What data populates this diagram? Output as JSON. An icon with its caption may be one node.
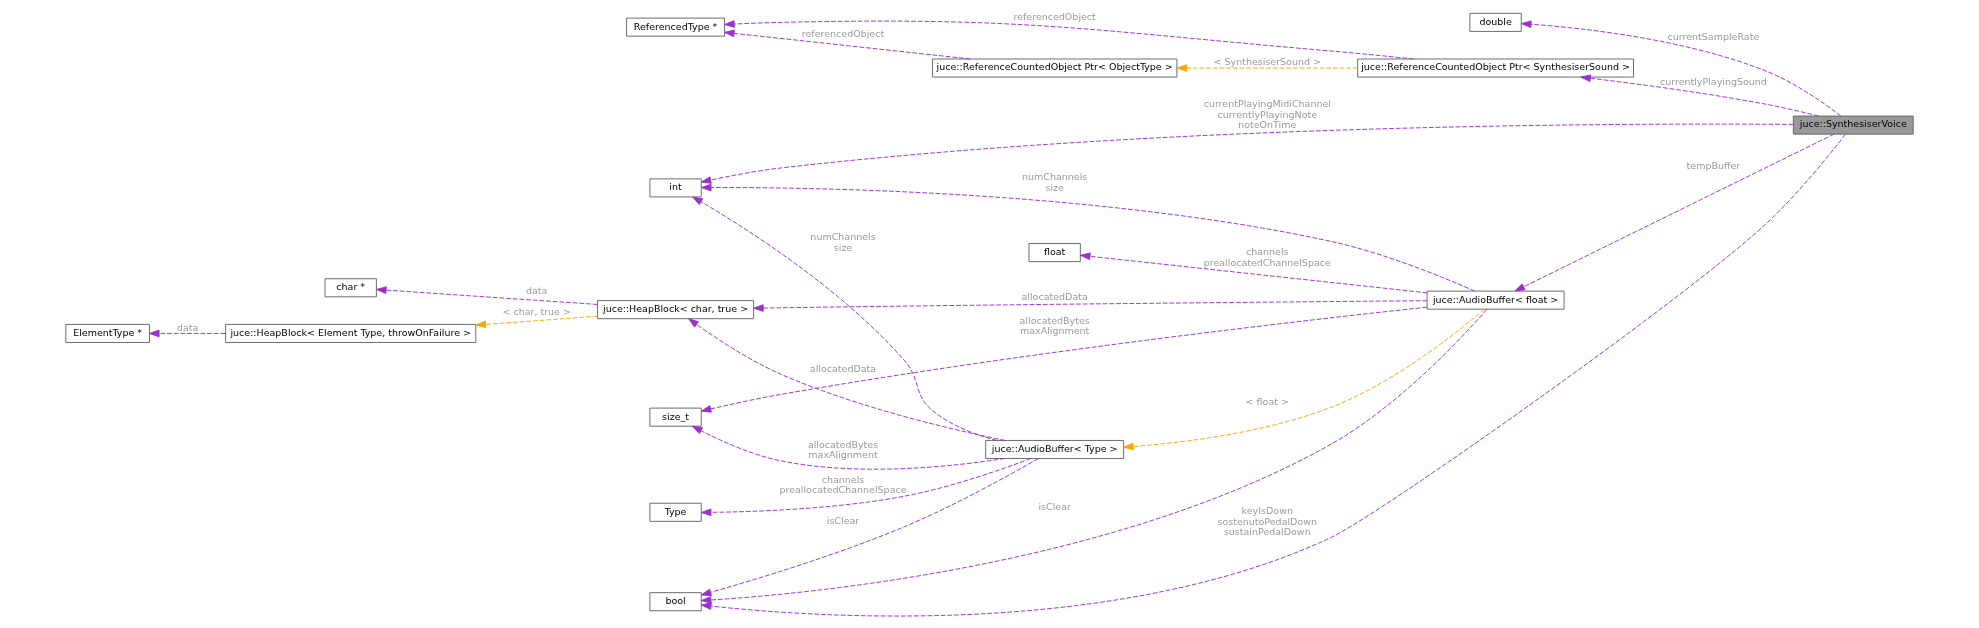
{
  "diagram": {
    "nodes": [
      {
        "text": [
          "juce::SynthesiserVoice"
        ]
      },
      {
        "text": [
          "double"
        ]
      },
      {
        "text": [
          "juce::ReferenceCountedObject Ptr< SynthesiserSound >"
        ]
      },
      {
        "text": [
          "juce::ReferenceCountedObject Ptr< ObjectType >"
        ]
      },
      {
        "text": [
          "ReferencedType *"
        ]
      },
      {
        "text": [
          "int"
        ]
      },
      {
        "text": [
          "juce::AudioBuffer< float >"
        ]
      },
      {
        "text": [
          "size_t"
        ]
      },
      {
        "text": [
          "float"
        ]
      },
      {
        "text": [
          "juce::AudioBuffer< Type >"
        ]
      },
      {
        "text": [
          "Type"
        ]
      },
      {
        "text": [
          "bool"
        ]
      },
      {
        "text": [
          "juce::HeapBlock< char, true >"
        ]
      },
      {
        "text": [
          "char *"
        ]
      },
      {
        "text": [
          "juce::HeapBlock< Element Type, throwOnFailure >"
        ]
      },
      {
        "text": [
          "ElementType *"
        ]
      }
    ],
    "edges": [
      {
        "from": 0,
        "to": 1,
        "arrow": "to",
        "label": "currentSampleRate",
        "style": "dashed"
      },
      {
        "from": 0,
        "to": 2,
        "arrow": "to",
        "label": "currentlyPlayingSound",
        "style": "dashed"
      },
      {
        "from": 0,
        "to": 5,
        "arrow": "to",
        "label": "currentPlayingMidiChannel currentlyPlayingNote noteOnTime",
        "style": "dashed"
      },
      {
        "from": 0,
        "to": 6,
        "arrow": "to",
        "label": "tempBuffer",
        "style": "dashed"
      },
      {
        "from": 0,
        "to": 11,
        "arrow": "to",
        "label": "keyIsDown sostenutoPedalDown sustainPedalDown",
        "style": "dashed"
      },
      {
        "from": 2,
        "to": 4,
        "arrow": "to",
        "label": "referencedObject",
        "style": "dashed"
      },
      {
        "from": 2,
        "to": 3,
        "arrow": "to",
        "label": "< SynthesiserSound >",
        "style": "dashed",
        "color": "#ffa500"
      },
      {
        "from": 3,
        "to": 4,
        "arrow": "to",
        "label": "referencedObject",
        "style": "dashed"
      },
      {
        "from": 6,
        "to": 5,
        "arrow": "to",
        "label": "numChannels size",
        "style": "dashed"
      },
      {
        "from": 6,
        "to": 7,
        "arrow": "to",
        "label": "allocatedBytes maxAlignment",
        "style": "dashed"
      },
      {
        "from": 6,
        "to": 8,
        "arrow": "to",
        "label": "channels preallocatedChannelSpace",
        "style": "dashed"
      },
      {
        "from": 6,
        "to": 9,
        "arrow": "to",
        "label": "< float >",
        "style": "dashed",
        "color": "#ffa500"
      },
      {
        "from": 6,
        "to": 12,
        "arrow": "to",
        "label": "allocatedData",
        "style": "dashed"
      },
      {
        "from": 6,
        "to": 11,
        "arrow": "to",
        "label": "isClear",
        "style": "dashed"
      },
      {
        "from": 9,
        "to": 5,
        "arrow": "to",
        "label": "numChannels size",
        "style": "dashed"
      },
      {
        "from": 9,
        "to": 7,
        "arrow": "to",
        "label": "allocatedBytes maxAlignment",
        "style": "dashed"
      },
      {
        "from": 9,
        "to": 10,
        "arrow": "to",
        "label": "channels preallocatedChannelSpace",
        "style": "dashed"
      },
      {
        "from": 9,
        "to": 12,
        "arrow": "to",
        "label": "allocatedData",
        "style": "dashed"
      },
      {
        "from": 9,
        "to": 11,
        "arrow": "to",
        "label": "isClear",
        "style": "dashed"
      },
      {
        "from": 12,
        "to": 13,
        "arrow": "to",
        "label": "data",
        "style": "dashed"
      },
      {
        "from": 12,
        "to": 14,
        "arrow": "to",
        "label": "< char, true >",
        "style": "dashed",
        "color": "#ffa500"
      },
      {
        "from": 14,
        "to": 15,
        "arrow": "to",
        "label": "data",
        "style": "dashed"
      }
    ]
  }
}
